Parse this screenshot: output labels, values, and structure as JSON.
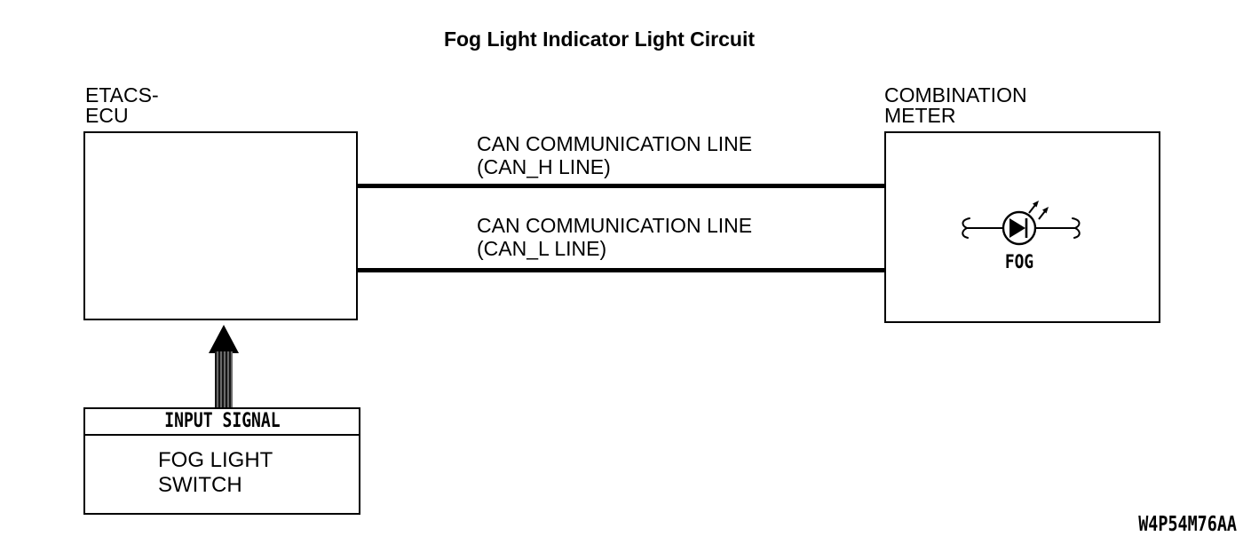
{
  "diagram": {
    "title": "Fog Light Indicator Light Circuit",
    "ref_code": "W4P54M76AA",
    "colors": {
      "ink": "#000000",
      "background": "#ffffff",
      "arrow_shaft_dark": "#151515",
      "arrow_shaft_light": "#6a6a6a"
    },
    "ecu": {
      "label_line1": "ETACS-",
      "label_line2": "ECU"
    },
    "meter": {
      "label_line1": "COMBINATION",
      "label_line2": "METER",
      "indicator_label": "FOG"
    },
    "can_lines": [
      {
        "label_line1": "CAN COMMUNICATION LINE",
        "label_line2": "(CAN_H LINE)"
      },
      {
        "label_line1": "CAN COMMUNICATION LINE",
        "label_line2": "(CAN_L LINE)"
      }
    ],
    "input_signal": {
      "header": "INPUT SIGNAL",
      "source_line1": "FOG LIGHT",
      "source_line2": "SWITCH"
    },
    "symbols": {
      "led": "led-indicator-symbol",
      "wire_break_left": "wire-break-squiggle",
      "wire_break_right": "wire-break-squiggle",
      "input_arrow": "upward-signal-arrow"
    }
  }
}
